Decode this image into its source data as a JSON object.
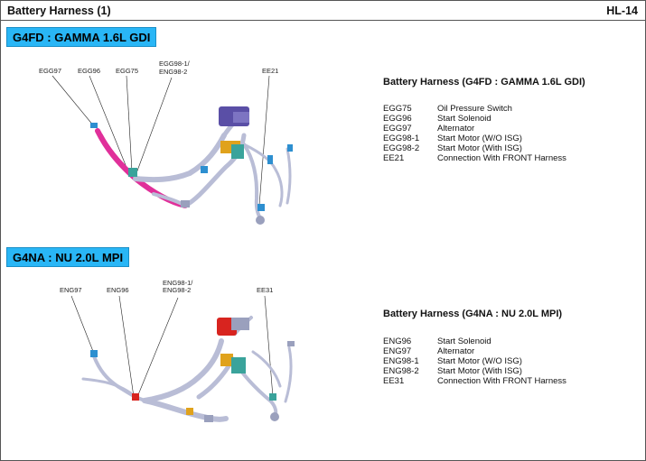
{
  "header": {
    "title": "Battery Harness (1)",
    "page_code": "HL-14"
  },
  "sections": [
    {
      "tag": "G4FD : GAMMA 1.6L GDI",
      "callouts": [
        "EGG97",
        "EGG96",
        "EGG75",
        "EGG98-1/",
        "ENG98-2",
        "EE21"
      ],
      "legend_title": "Battery Harness (G4FD : GAMMA 1.6L GDI)",
      "legend": [
        {
          "code": "EGG75",
          "desc": "Oil Pressure Switch"
        },
        {
          "code": "EGG96",
          "desc": "Start Solenoid"
        },
        {
          "code": "EGG97",
          "desc": "Alternator"
        },
        {
          "code": "EGG98-1",
          "desc": "Start Motor (W/O ISG)"
        },
        {
          "code": "EGG98-2",
          "desc": "Start Motor (With ISG)"
        },
        {
          "code": "EE21",
          "desc": "Connection With FRONT Harness"
        }
      ]
    },
    {
      "tag": "G4NA : NU 2.0L MPI",
      "callouts": [
        "ENG97",
        "ENG96",
        "ENG98-1/",
        "ENG98-2",
        "EE31"
      ],
      "legend_title": "Battery Harness (G4NA : NU 2.0L MPI)",
      "legend": [
        {
          "code": "ENG96",
          "desc": "Start Solenoid"
        },
        {
          "code": "ENG97",
          "desc": "Alternator"
        },
        {
          "code": "ENG98-1",
          "desc": "Start Motor (W/O ISG)"
        },
        {
          "code": "ENG98-2",
          "desc": "Start Motor (With ISG)"
        },
        {
          "code": "EE31",
          "desc": "Connection With FRONT Harness"
        }
      ]
    }
  ],
  "colors": {
    "section_tag": "#29b6f6",
    "harness_wire": "#b9bdd6",
    "harness_highlight": "#e0309a",
    "connector": "#2d8fd0",
    "terminal_block": "#3aa39b",
    "fuse_box_top": "#5a4fa6",
    "fuse_box_bottom": "#d8241f",
    "bracket": "#e0a21c"
  }
}
